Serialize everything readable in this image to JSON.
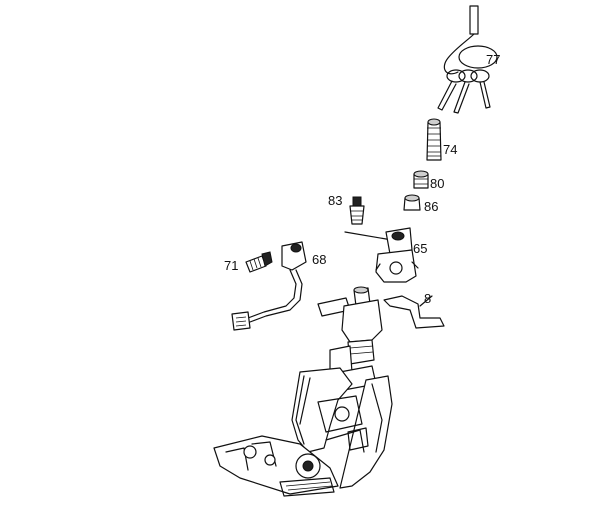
{
  "labels": {
    "p77": "77",
    "p74": "74",
    "p80": "80",
    "p86": "86",
    "p83": "83",
    "p65": "65",
    "p71": "71",
    "p68": "68",
    "p8": "8"
  }
}
